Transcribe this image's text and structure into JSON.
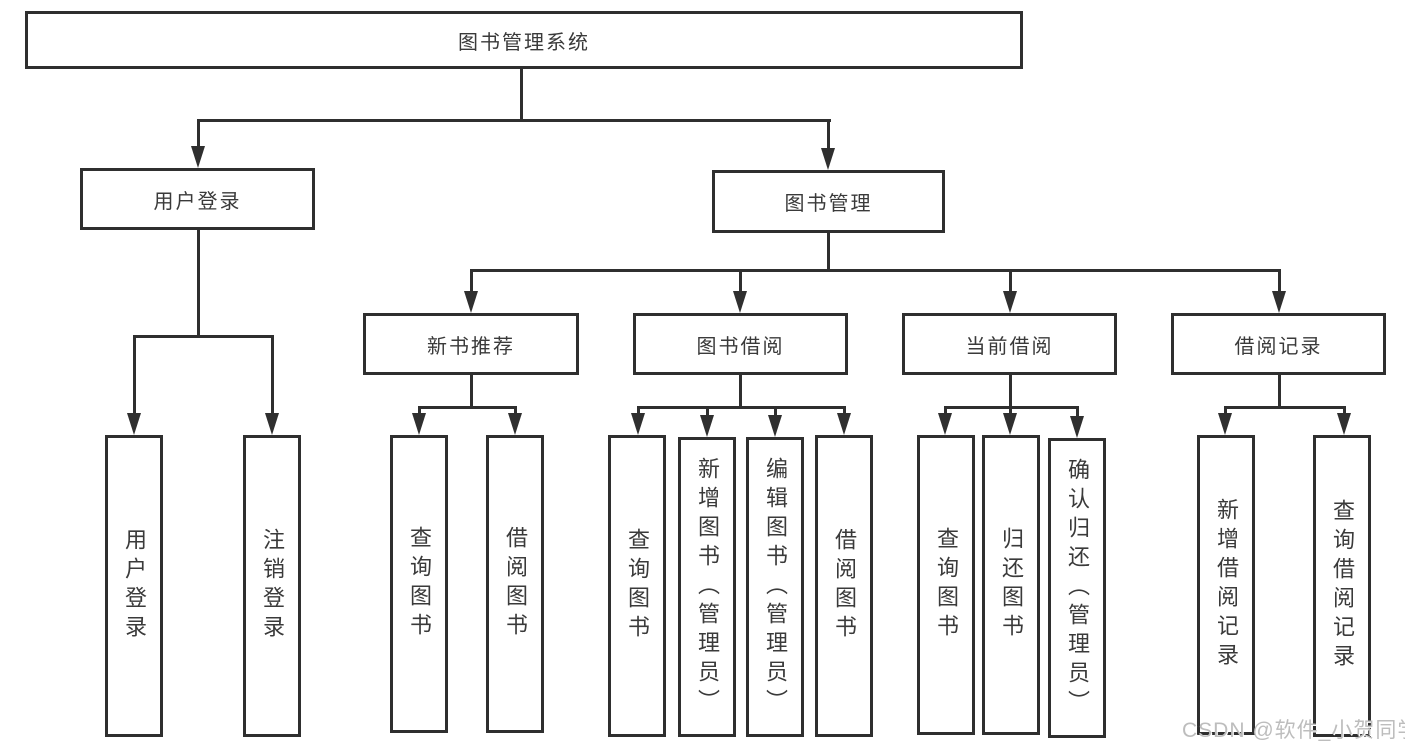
{
  "tree": {
    "label": "图书管理系统",
    "children": [
      {
        "label": "用户登录",
        "children": [
          {
            "label": "用户登录"
          },
          {
            "label": "注销登录"
          }
        ]
      },
      {
        "label": "图书管理",
        "children": [
          {
            "label": "新书推荐",
            "children": [
              {
                "label": "查询图书"
              },
              {
                "label": "借阅图书"
              }
            ]
          },
          {
            "label": "图书借阅",
            "children": [
              {
                "label": "查询图书"
              },
              {
                "label": "新增图书（管理员）"
              },
              {
                "label": "编辑图书（管理员）"
              },
              {
                "label": "借阅图书"
              }
            ]
          },
          {
            "label": "当前借阅",
            "children": [
              {
                "label": "查询图书"
              },
              {
                "label": "归还图书"
              },
              {
                "label": "确认归还（管理员）"
              }
            ]
          },
          {
            "label": "借阅记录",
            "children": [
              {
                "label": "新增借阅记录"
              },
              {
                "label": "查询借阅记录"
              }
            ]
          }
        ]
      }
    ]
  },
  "watermark": "CSDN @软件_小贺同学",
  "colors": {
    "line": "#2f2f2f",
    "text": "#3a3a3a",
    "background": "#ffffff",
    "watermark": "#bdbdbd"
  }
}
